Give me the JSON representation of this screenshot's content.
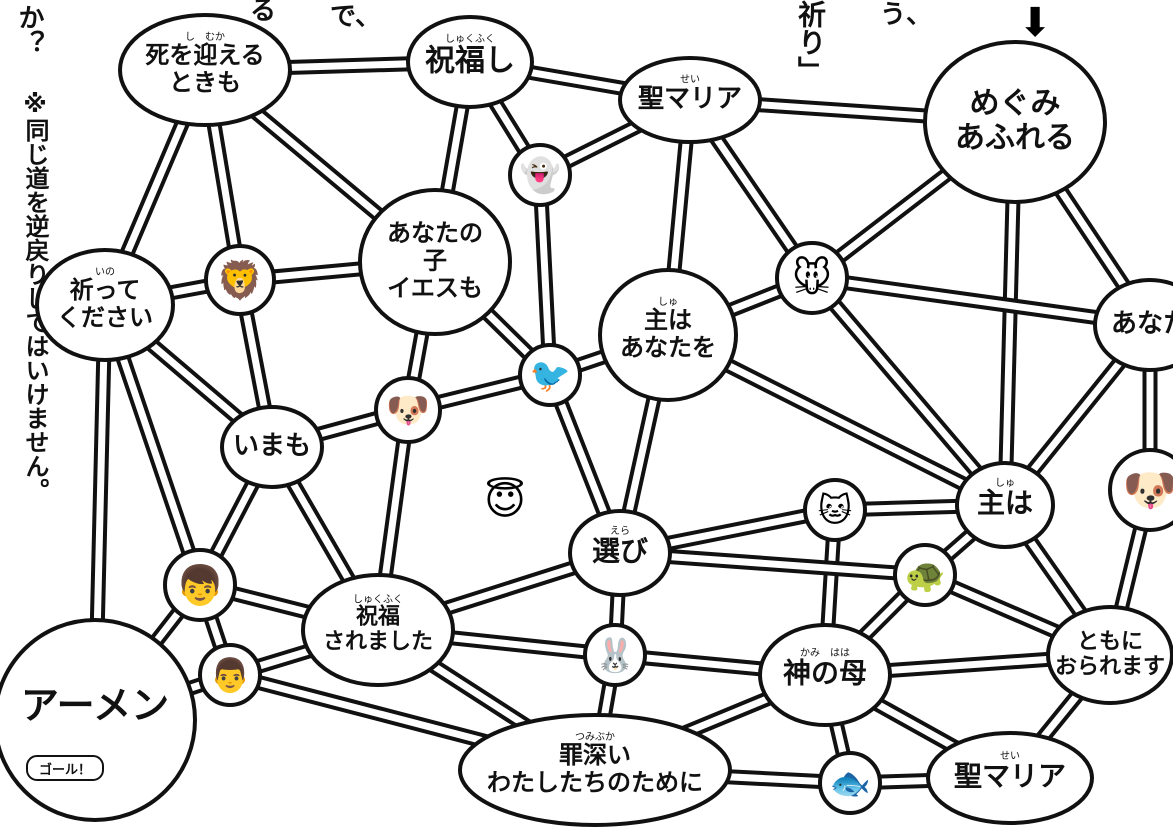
{
  "fragments": {
    "top_left": "か？",
    "top_a": "る",
    "top_b": "で、",
    "prayer": "祈り」",
    "right": "う、"
  },
  "rule_note": "※同じ道を逆戻りしてはいけません。",
  "nodes": [
    {
      "id": "shi-wo-mukaeru",
      "lines": [
        "死を迎える",
        "ときも"
      ],
      "ruby": "し　むか"
    },
    {
      "id": "shukufuku-shi",
      "lines": [
        "祝福し"
      ],
      "ruby": "しゅくふく"
    },
    {
      "id": "sei-maria-top",
      "lines": [
        "聖マリア"
      ],
      "ruby": "せい"
    },
    {
      "id": "megumi",
      "lines": [
        "めぐみ",
        "あふれる"
      ],
      "ruby": ""
    },
    {
      "id": "anata-no-ko",
      "lines": [
        "あなたの",
        "子",
        "イエスも"
      ],
      "ruby": ""
    },
    {
      "id": "inotte",
      "lines": [
        "祈って",
        "ください"
      ],
      "ruby": "いの"
    },
    {
      "id": "shu-wa-anata",
      "lines": [
        "主は",
        "あなたを"
      ],
      "ruby": "しゅ"
    },
    {
      "id": "anata-right",
      "lines": [
        "あなた"
      ],
      "ruby": ""
    },
    {
      "id": "ima-mo",
      "lines": [
        "いまも"
      ],
      "ruby": ""
    },
    {
      "id": "erabi",
      "lines": [
        "選び"
      ],
      "ruby": "えら"
    },
    {
      "id": "shu-wa-right",
      "lines": [
        "主は"
      ],
      "ruby": "しゅ"
    },
    {
      "id": "shukufuku-saremashita",
      "lines": [
        "祝福",
        "されました"
      ],
      "ruby": "しゅくふく"
    },
    {
      "id": "kami-no-haha",
      "lines": [
        "神の母"
      ],
      "ruby": "かみ　はは"
    },
    {
      "id": "tomo-ni",
      "lines": [
        "ともに",
        "おられます"
      ],
      "ruby": ""
    },
    {
      "id": "tsumibukai",
      "lines": [
        "罪深い",
        "わたしたちのために"
      ],
      "ruby": "つみぶか"
    },
    {
      "id": "sei-maria-bottom",
      "lines": [
        "聖マリア"
      ],
      "ruby": "せい"
    },
    {
      "id": "amen",
      "lines": [
        "アーメン"
      ],
      "ruby": "",
      "badge": "ゴール！"
    }
  ],
  "icons": [
    "ghost-icon",
    "lion-icon",
    "dog-icon",
    "bird-icon",
    "angel-icon",
    "mouse-icon",
    "cat-icon",
    "turtle-icon",
    "boy-icon",
    "man-icon",
    "rabbit-icon",
    "fish-icon",
    "dog-right-icon",
    "arrow-down-icon"
  ]
}
